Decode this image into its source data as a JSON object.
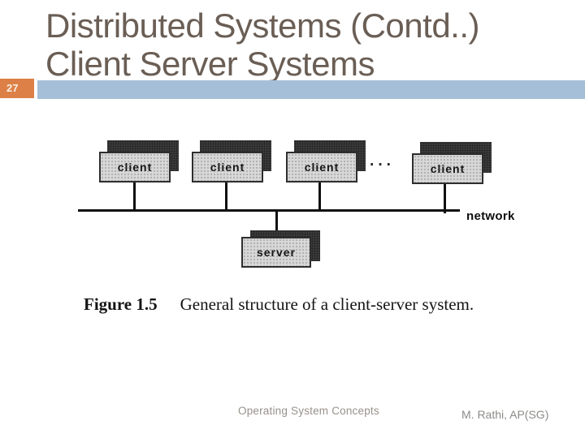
{
  "slide": {
    "page_number": "27",
    "title_line1": "Distributed Systems (Contd..)",
    "title_line2": "Client Server Systems"
  },
  "diagram": {
    "clients": [
      {
        "label": "client"
      },
      {
        "label": "client"
      },
      {
        "label": "client"
      },
      {
        "label": "client"
      }
    ],
    "server_label": "server",
    "network_label": "network",
    "ellipsis": "···"
  },
  "caption": {
    "figure_label": "Figure 1.5",
    "text": "General structure of a client-server system."
  },
  "footer": {
    "center": "Operating System Concepts",
    "right": "M. Rathi, AP(SG)"
  },
  "colors": {
    "accent_orange": "#dd8047",
    "bar_blue": "#a6bfd8",
    "title_brown": "#6a5e55"
  }
}
